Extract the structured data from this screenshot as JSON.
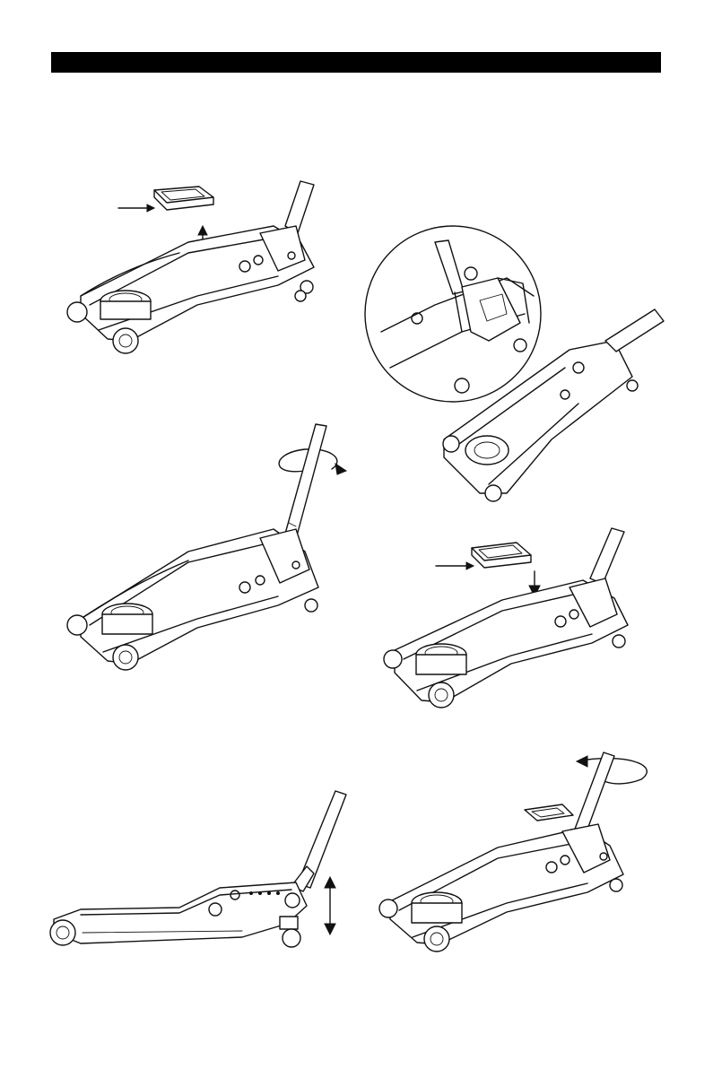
{
  "page": {
    "background": "#ffffff",
    "header_bar_color": "#000000",
    "header_title": ""
  },
  "figures": [
    {
      "id": "fig1",
      "icon": "jack-saddle-removal-illustration"
    },
    {
      "id": "fig2",
      "icon": "jack-release-valve-closeup-illustration"
    },
    {
      "id": "fig3",
      "icon": "jack-handle-rotate-illustration"
    },
    {
      "id": "fig4",
      "icon": "jack-saddle-install-illustration"
    },
    {
      "id": "fig5",
      "icon": "jack-side-view-pump-illustration"
    },
    {
      "id": "fig6",
      "icon": "jack-handle-rotate-counter-illustration"
    }
  ]
}
